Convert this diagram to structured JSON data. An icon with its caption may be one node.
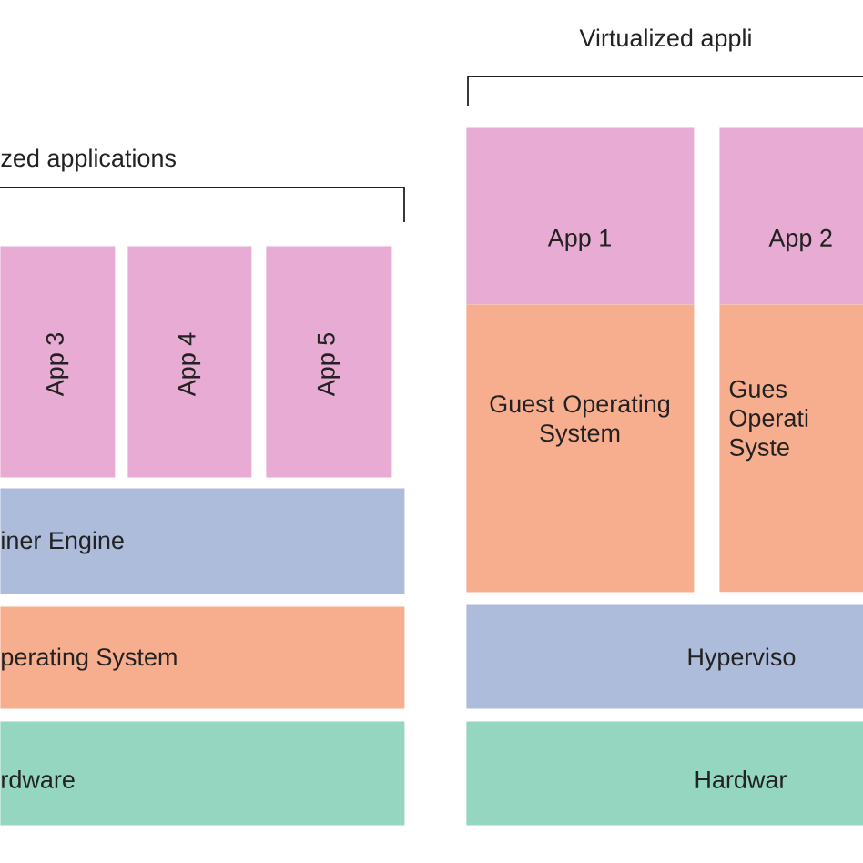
{
  "diagram": {
    "nodes": [
      {
        "text": [
          "App 3"
        ]
      },
      {
        "text": [
          "App 4"
        ]
      },
      {
        "text": [
          "App 5"
        ]
      },
      {
        "text": [
          "iner Engine"
        ]
      },
      {
        "text": [
          "perating System"
        ]
      },
      {
        "text": [
          "rdware"
        ]
      },
      {
        "text": [
          "App 1"
        ]
      },
      {
        "text": [
          "Guest Operating System"
        ]
      },
      {
        "text": [
          "App 2"
        ]
      },
      {
        "text": [
          "Gues Operati Syste"
        ]
      },
      {
        "text": [
          "Hyperviso"
        ]
      },
      {
        "text": [
          "Hardwar"
        ]
      }
    ],
    "labels": [
      "zed applications",
      "Virtualized appli"
    ]
  }
}
